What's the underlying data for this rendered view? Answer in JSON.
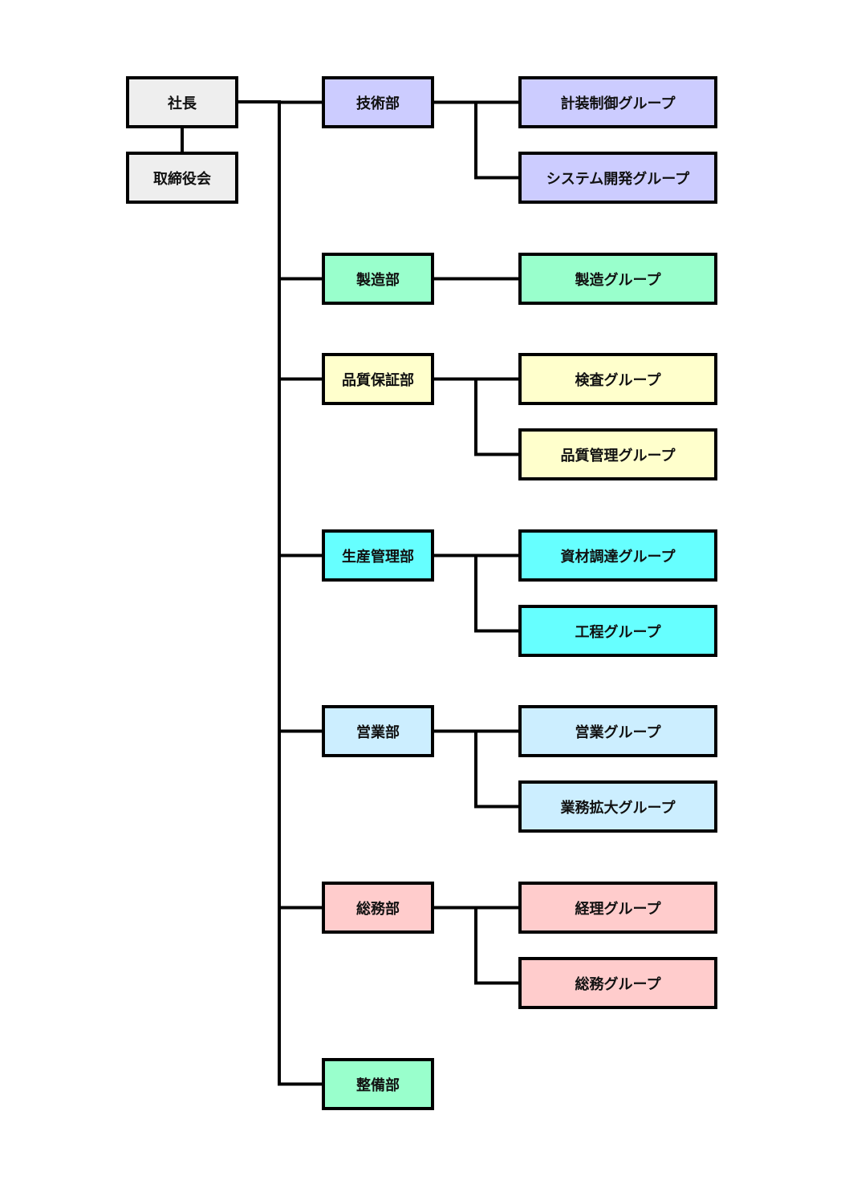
{
  "colors": {
    "exec": "#eeeeee",
    "engineering": "#ccccff",
    "manufacturing": "#99ffcc",
    "quality": "#ffffcc",
    "production": "#66ffff",
    "sales": "#cceeff",
    "general": "#ffcccc",
    "maintenance": "#99ffcc",
    "line": "#000000"
  },
  "executive": {
    "president": "社長",
    "board": "取締役会"
  },
  "departments": [
    {
      "name": "技術部",
      "color_key": "engineering",
      "groups": [
        "計装制御グループ",
        "システム開発グループ"
      ]
    },
    {
      "name": "製造部",
      "color_key": "manufacturing",
      "groups": [
        "製造グループ"
      ]
    },
    {
      "name": "品質保証部",
      "color_key": "quality",
      "groups": [
        "検査グループ",
        "品質管理グループ"
      ]
    },
    {
      "name": "生産管理部",
      "color_key": "production",
      "groups": [
        "資材調達グループ",
        "工程グループ"
      ]
    },
    {
      "name": "営業部",
      "color_key": "sales",
      "groups": [
        "営業グループ",
        "業務拡大グループ"
      ]
    },
    {
      "name": "総務部",
      "color_key": "general",
      "groups": [
        "経理グループ",
        "総務グループ"
      ]
    },
    {
      "name": "整備部",
      "color_key": "maintenance",
      "groups": []
    }
  ]
}
